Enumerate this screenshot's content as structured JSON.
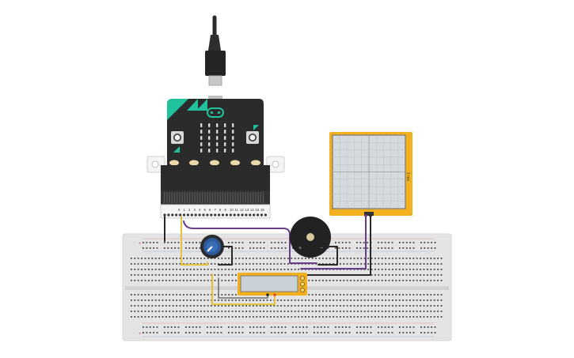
{
  "canvas": {
    "background": "#ffffff"
  },
  "colors": {
    "microbit_body": "#2b2b2b",
    "microbit_accent": "#1fc29a",
    "breadboard": "#e4e4e4",
    "breadboard_hole": "#454545",
    "rail_red": "#e05858",
    "rail_blue": "#5a7dd4",
    "wire_purple": "#6a3d8c",
    "wire_yellow": "#e6c23a",
    "wire_black": "#2a2a2a",
    "wire_gray": "#6f6f6f",
    "oscilloscope_frame": "#f2b01e",
    "oscilloscope_screen": "#d4dadd",
    "multimeter_frame": "#f2b01e",
    "multimeter_display": "#c9d1d6",
    "potentiometer_knob": "#2d5a9c",
    "buzzer_body": "#222222",
    "buzzer_center": "#d8c8a0"
  },
  "components": {
    "usb_cable": {
      "name": "usb-cable"
    },
    "microbit": {
      "name": "micro:bit",
      "pin_labels": [
        "0",
        "1",
        "2",
        "3",
        "4",
        "5",
        "6",
        "7",
        "8",
        "9",
        "10",
        "11",
        "12",
        "13",
        "14",
        "15",
        "16"
      ],
      "icon": "microbit-face-icon"
    },
    "potentiometer": {
      "name": "potentiometer"
    },
    "buzzer": {
      "name": "piezo-buzzer",
      "plus": "+",
      "minus": "−"
    },
    "oscilloscope": {
      "name": "oscilloscope",
      "side_label": "1 ms"
    },
    "multimeter": {
      "name": "multimeter"
    },
    "breadboard": {
      "name": "breadboard",
      "plus": "+",
      "minus": "−"
    }
  }
}
